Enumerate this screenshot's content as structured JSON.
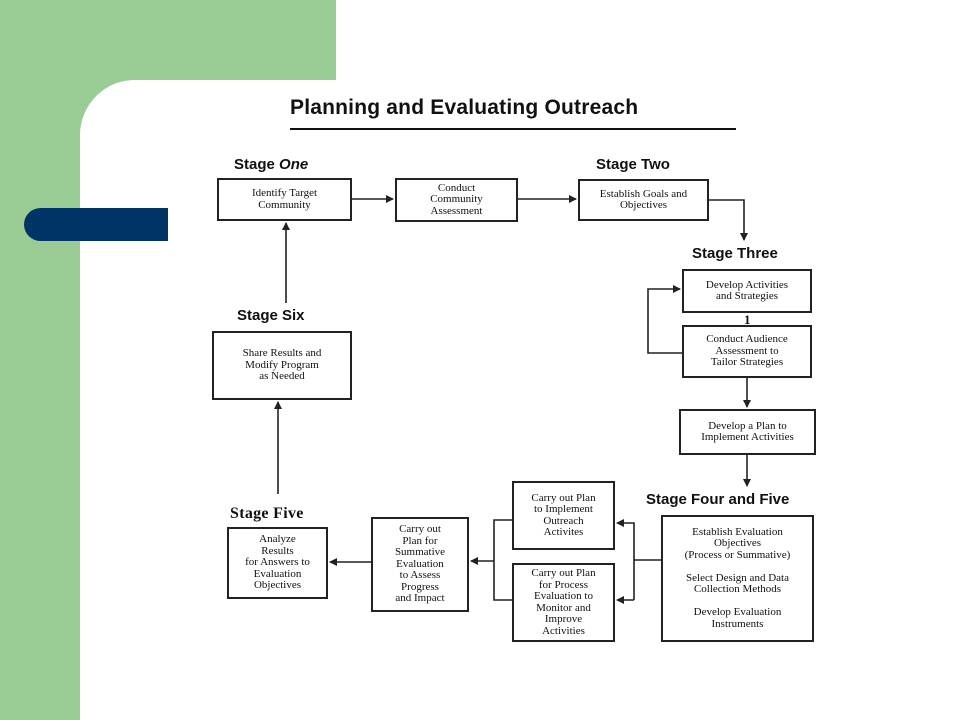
{
  "title": "Planning and Evaluating Outreach",
  "stages": {
    "one_prefix": "Stage",
    "one_suffix": "One",
    "two": "Stage Two",
    "three": "Stage Three",
    "four_five": "Stage Four and Five",
    "five": "Stage Five",
    "six": "Stage Six"
  },
  "boxes": {
    "identify": "Identify Target\nCommunity",
    "conduct_assessment": "Conduct\nCommunity\nAssessment",
    "goals": "Establish Goals and\nObjectives",
    "develop_activities": "Develop Activities\nand Strategies",
    "audience": "Conduct Audience\nAssessment to\nTailor Strategies",
    "plan": "Develop a Plan to\nImplement Activities",
    "eval_objectives": "Establish Evaluation\nObjectives\n(Process or Summative)\n\nSelect Design and Data\nCollection Methods\n\nDevelop Evaluation\nInstruments",
    "carry_outreach": "Carry out Plan\nto Implement\nOutreach\nActivites",
    "carry_process": "Carry out Plan\nfor Process\nEvaluation to\nMonitor and\nImprove\nActivities",
    "carry_summative": "Carry out\nPlan for\nSummative\nEvaluation\nto Assess\nProgress\nand Impact",
    "analyze": "Analyze\nResults\nfor Answers to\nEvaluation\nObjectives",
    "share": "Share Results and\nModify Program\nas Needed"
  },
  "marks": {
    "one": "1"
  },
  "colors": {
    "green": "#9ccc96",
    "blue": "#003366",
    "ink": "#222222"
  }
}
